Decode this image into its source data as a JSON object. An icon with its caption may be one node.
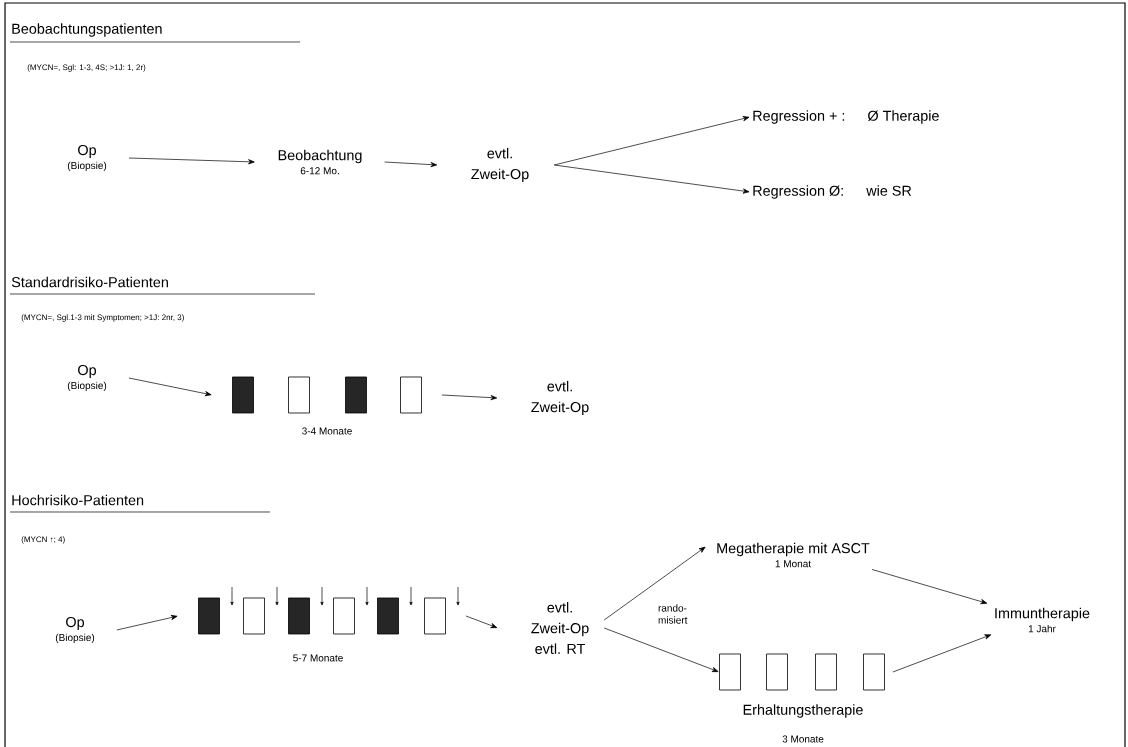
{
  "diagram": {
    "nodes": [
      {
        "text": [
          "Op",
          "(Biopsie)"
        ]
      },
      {
        "text": [
          "Beobachtung",
          "6-12 Mo."
        ]
      },
      {
        "text": [
          "evtl. Zweit-Op"
        ]
      },
      {
        "text": [
          "Regression + :",
          "Ø Therapie"
        ]
      },
      {
        "text": [
          "Regression Ø:",
          "wie SR"
        ]
      },
      {
        "text": [
          "Op",
          "(Biopsie)"
        ]
      },
      {
        "text": [],
        "shape": "box"
      },
      {
        "text": [],
        "shape": "box"
      },
      {
        "text": [],
        "shape": "box"
      },
      {
        "text": [],
        "shape": "box"
      },
      {
        "text": [
          "evtl. Zweit-Op"
        ]
      },
      {
        "text": [
          "Op",
          "(Biopsie)"
        ]
      },
      {
        "text": [],
        "shape": "box"
      },
      {
        "text": [],
        "shape": "box"
      },
      {
        "text": [],
        "shape": "box"
      },
      {
        "text": [],
        "shape": "box"
      },
      {
        "text": [],
        "shape": "box"
      },
      {
        "text": [],
        "shape": "box"
      },
      {
        "text": [
          "evtl. Zweit-Op evtl. RT"
        ]
      },
      {
        "text": [
          "Megatherapie mit ASCT",
          "1 Monat"
        ]
      },
      {
        "text": [],
        "shape": "box"
      },
      {
        "text": [],
        "shape": "box"
      },
      {
        "text": [],
        "shape": "box"
      },
      {
        "text": [],
        "shape": "box"
      },
      {
        "text": [
          "Immuntherapie",
          "1 Jahr"
        ]
      }
    ],
    "edges": [
      {
        "from": 0,
        "to": 1,
        "arrow": "to"
      },
      {
        "from": 1,
        "to": 2,
        "arrow": "to"
      },
      {
        "from": 2,
        "to": 3,
        "arrow": "to"
      },
      {
        "from": 2,
        "to": 4,
        "arrow": "to"
      },
      {
        "from": 5,
        "to": 6,
        "arrow": "to"
      },
      {
        "from": 9,
        "to": 10,
        "arrow": "to"
      },
      {
        "from": 11,
        "to": 12,
        "arrow": "to"
      },
      {
        "from": 17,
        "to": 18,
        "arrow": "to"
      },
      {
        "from": 18,
        "to": 19,
        "arrow": "to"
      },
      {
        "from": 18,
        "to": 20,
        "arrow": "to"
      },
      {
        "from": 19,
        "to": 24,
        "arrow": "to"
      },
      {
        "from": 23,
        "to": 24,
        "arrow": "to"
      }
    ],
    "labels": [
      "Beobachtungspatienten",
      "(MYCN=, Sgl: 1-3, 4S; >1J: 1, 2r)",
      "Standardrisiko-Patienten",
      "(MYCN=, Sgl.1-3 mit Symptomen; >1J: 2nr, 3)",
      "3-4 Monate",
      "Hochrisiko-Patienten",
      "(MYCN ↑; 4)",
      "5-7 Monate",
      "rando- misiert",
      "Erhaltungstherapie",
      "3 Monate"
    ]
  }
}
